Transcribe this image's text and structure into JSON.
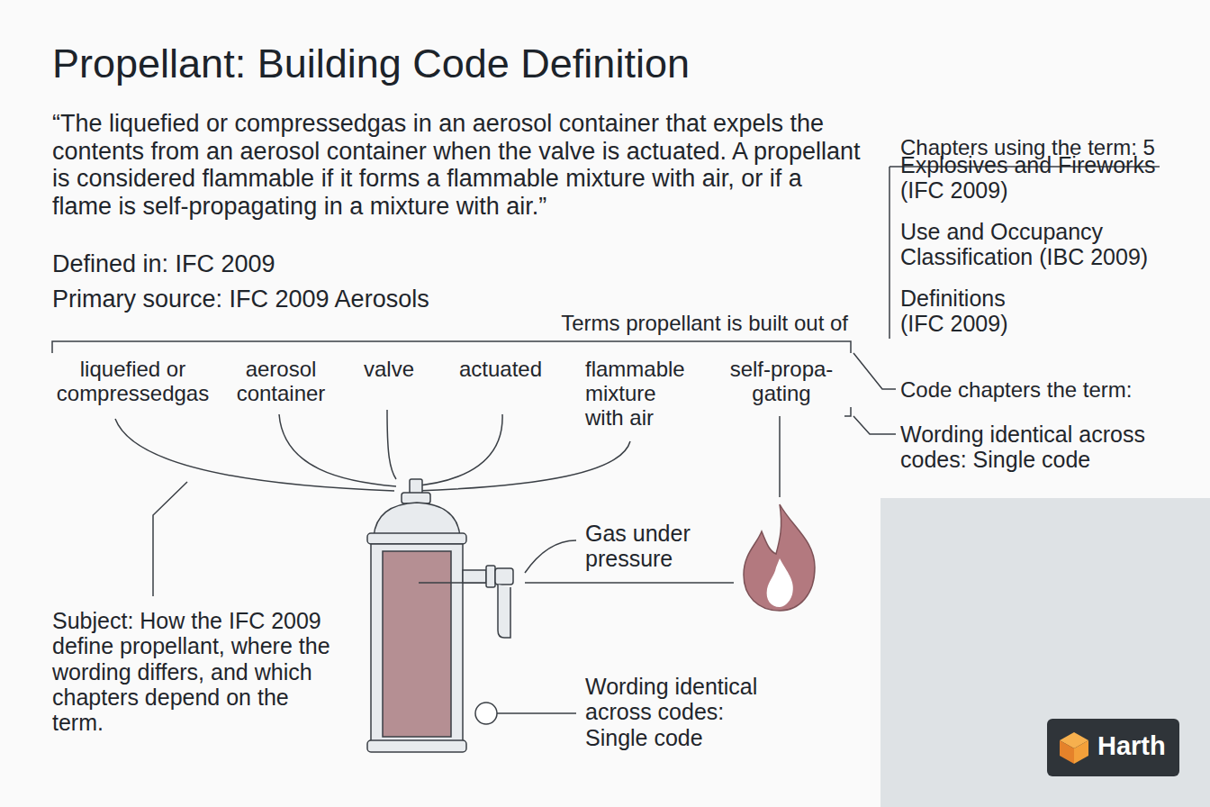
{
  "diagram": {
    "title": "Propellant: Building Code Definition",
    "nodes": [
      {
        "text": [
          "Harth"
        ]
      }
    ],
    "labels": [
      "“The liquefied or compressedgas in an aerosol container that expels the contents from an aerosol container when the valve is actuated. A propellant is considered flammable if it forms a flammable mixture with air, or if a flame is self-propagating in a mixture with air.”",
      "Defined in: IFC 2009",
      "Primary source: IFC 2009 Aerosols",
      "Terms propellant is built out of",
      "liquefied or compressedgas",
      "aerosol container",
      "valve",
      "actuated",
      "flammable mixture with air",
      "self-propa- gating",
      "Chapters using the term: 5",
      "Explosives and Fireworks (IFC 2009)",
      "Use and Occupancy Classification (IBC 2009)",
      "Definitions (IFC 2009)",
      "Code chapters the term:",
      "Wording identical across codes: Single code",
      "Gas under pressure",
      "Subject: How the IFC 2009 define propellant, where the wording differs, and which chapters depend on the term.",
      "Wording identical across codes: Single code"
    ]
  }
}
